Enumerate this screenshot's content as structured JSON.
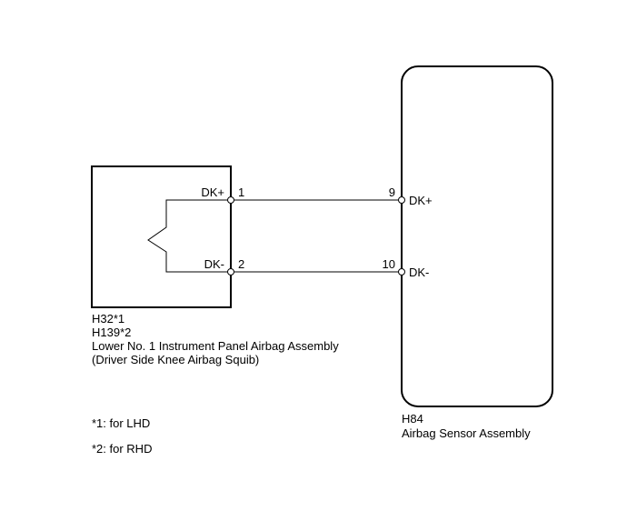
{
  "squib": {
    "pin1_signal": "DK+",
    "pin1_number": "1",
    "pin2_signal": "DK-",
    "pin2_number": "2",
    "connector_1": "H32*1",
    "connector_2": "H139*2",
    "name_line1": "Lower No. 1 Instrument Panel Airbag Assembly",
    "name_line2": "(Driver Side Knee Airbag Squib)"
  },
  "sensor": {
    "pin9_number": "9",
    "pin9_signal": "DK+",
    "pin10_number": "10",
    "pin10_signal": "DK-",
    "connector": "H84",
    "name": "Airbag Sensor Assembly"
  },
  "notes": {
    "note1": "*1: for LHD",
    "note2": "*2: for RHD"
  }
}
